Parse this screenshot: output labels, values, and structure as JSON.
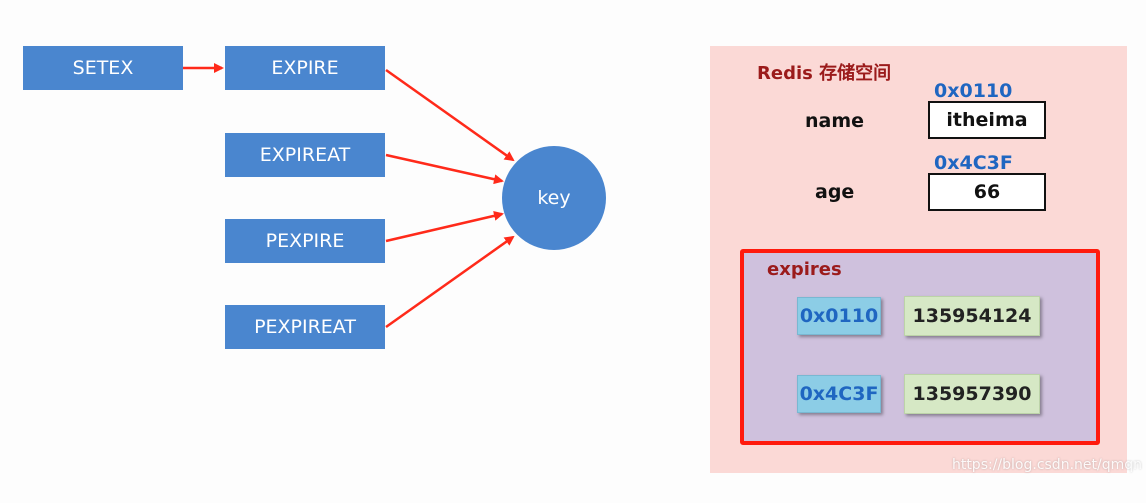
{
  "commands": [
    {
      "id": "setex",
      "label": "SETEX"
    },
    {
      "id": "expire",
      "label": "EXPIRE"
    },
    {
      "id": "expireat",
      "label": "EXPIREAT"
    },
    {
      "id": "pexpire",
      "label": "PEXPIRE"
    },
    {
      "id": "pexpireat",
      "label": "PEXPIREAT"
    }
  ],
  "key_label": "key",
  "storage": {
    "title": "Redis 存储空间",
    "entries": [
      {
        "field": "name",
        "address": "0x0110",
        "value": "itheima"
      },
      {
        "field": "age",
        "address": "0x4C3F",
        "value": "66"
      }
    ],
    "expires": {
      "title": "expires",
      "rows": [
        {
          "address": "0x0110",
          "time": "135954124"
        },
        {
          "address": "0x4C3F",
          "time": "135957390"
        }
      ]
    }
  },
  "watermark": "https://blog.csdn.net/qmqn",
  "colors": {
    "command_fill": "#4a86cf",
    "arrow": "#ff2a1a",
    "panel_bg": "#fbd9d6",
    "expires_border": "#ff1a0d",
    "expires_bg": "#cfc1dd",
    "address_text": "#1f66c1",
    "title_text": "#9b1b1b",
    "exp_addr_fill": "#8ccde6",
    "exp_time_fill": "#d6e8c5"
  }
}
